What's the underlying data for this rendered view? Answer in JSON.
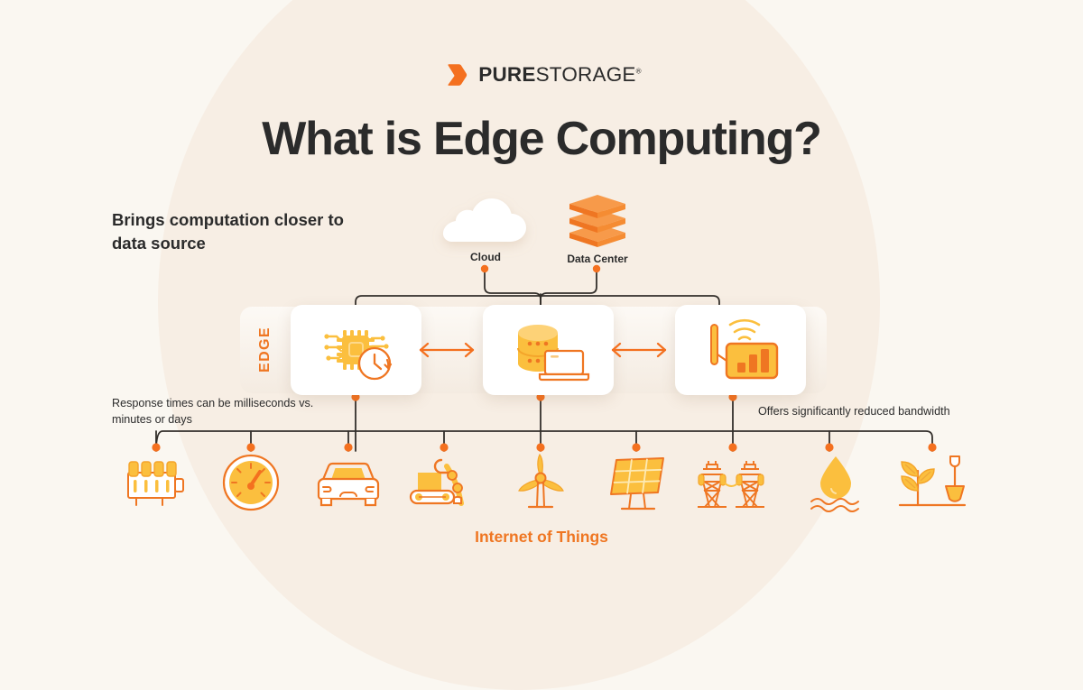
{
  "brand": {
    "logo_text_bold": "PURE",
    "logo_text_light": "STORAGE",
    "logo_trademark": "®",
    "logo_icon": "pure-storage-logo-icon",
    "orange": "#f4701f",
    "yellow": "#fbbf3e",
    "dark": "#2b2b2b",
    "bg": "#faf7f1",
    "ellipse": "#f7eee4"
  },
  "title": "What is Edge Computing?",
  "tagline": "Brings computation closer to data source",
  "top_nodes": [
    {
      "id": "cloud",
      "label": "Cloud",
      "icon": "cloud-icon"
    },
    {
      "id": "data-center",
      "label": "Data Center",
      "icon": "data-center-stack-icon"
    }
  ],
  "edge": {
    "band_label": "EDGE",
    "cards": [
      {
        "id": "compute",
        "icon": "chip-clock-icon"
      },
      {
        "id": "storage",
        "icon": "database-laptop-icon"
      },
      {
        "id": "network",
        "icon": "router-signal-chart-icon"
      }
    ],
    "connectors": [
      {
        "id": "arrow-1",
        "icon": "double-arrow-icon"
      },
      {
        "id": "arrow-2",
        "icon": "double-arrow-icon"
      }
    ]
  },
  "annotations": {
    "left": "Response times can be milliseconds vs. minutes or days",
    "right": "Offers significantly reduced bandwidth"
  },
  "iot": {
    "title": "Internet of Things",
    "items": [
      {
        "id": "machinery",
        "icon": "industrial-machine-icon"
      },
      {
        "id": "gauge",
        "icon": "gauge-meter-icon"
      },
      {
        "id": "vehicle",
        "icon": "car-icon"
      },
      {
        "id": "robotics",
        "icon": "robot-arm-conveyor-icon"
      },
      {
        "id": "wind",
        "icon": "wind-turbine-icon"
      },
      {
        "id": "solar",
        "icon": "solar-panel-icon"
      },
      {
        "id": "grid",
        "icon": "power-transmission-tower-icon"
      },
      {
        "id": "oil",
        "icon": "oil-droplet-wave-icon"
      },
      {
        "id": "agriculture",
        "icon": "plant-shovel-icon"
      }
    ]
  }
}
